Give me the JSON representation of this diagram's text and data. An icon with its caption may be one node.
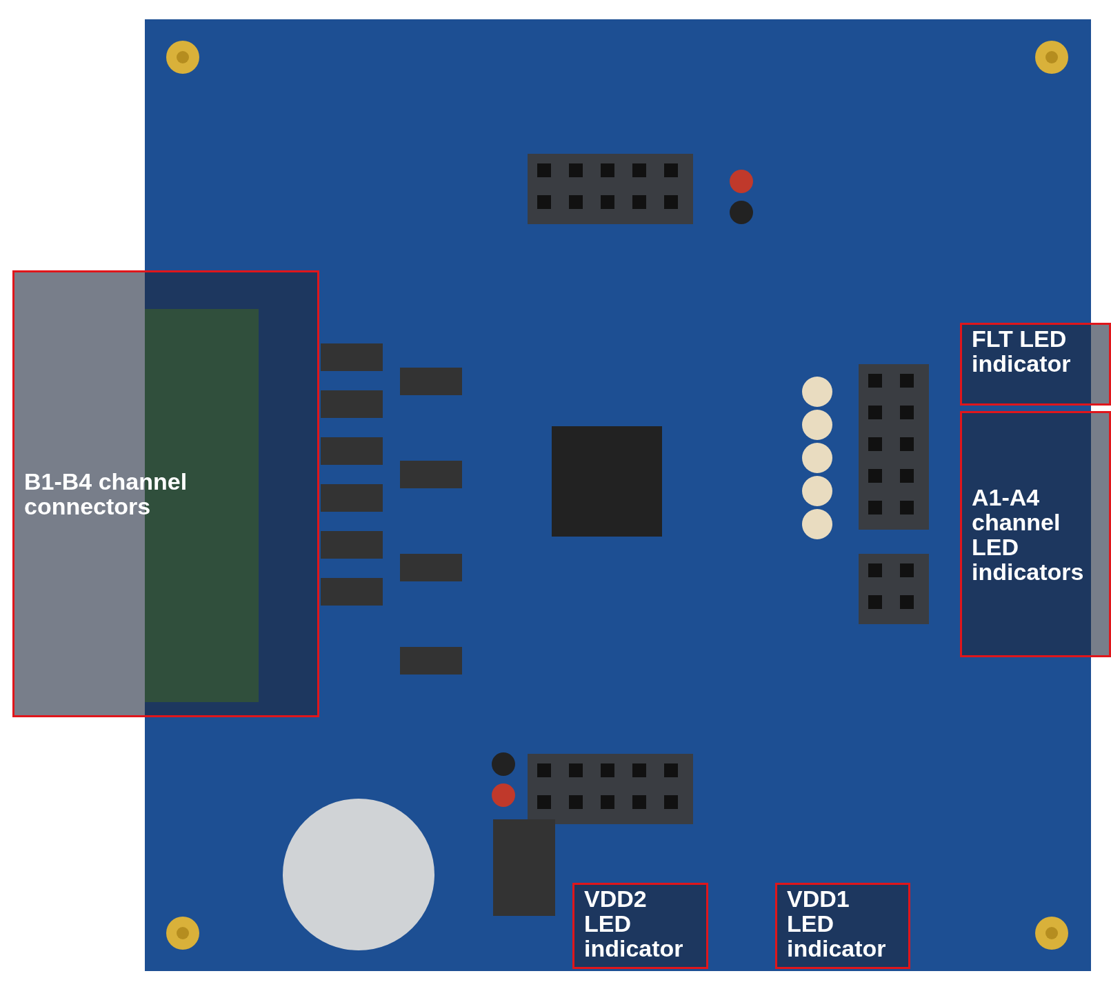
{
  "diagram": {
    "nodes": [
      {
        "text": [],
        "shape": "picture"
      },
      {
        "text": [
          "B1-B4 channel connectors"
        ]
      },
      {
        "text": [
          "FLT LED indicator"
        ]
      },
      {
        "text": [
          "A1-A4 channel LED indicators"
        ]
      },
      {
        "text": [
          "VDD2 LED indicator"
        ],
        "in": 0
      },
      {
        "text": [
          "VDD1 LED indicator"
        ],
        "in": 0
      }
    ]
  }
}
